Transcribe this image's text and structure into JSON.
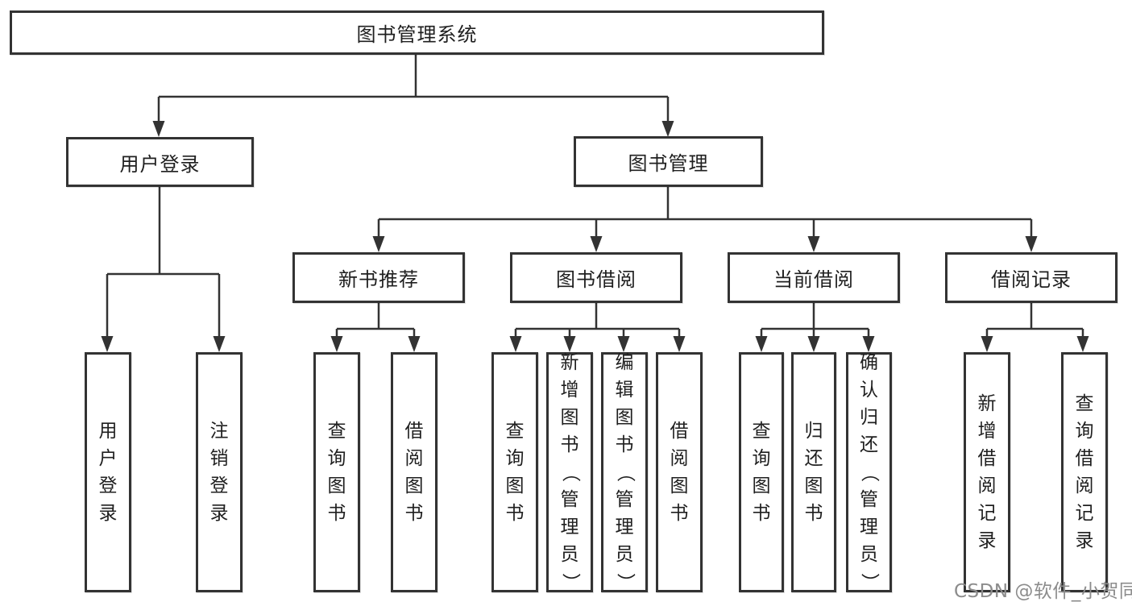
{
  "tree": {
    "root": "图书管理系统",
    "user_login": {
      "label": "用户登录",
      "leaves": [
        "用户登录",
        "注销登录"
      ]
    },
    "book_management": {
      "label": "图书管理",
      "groups": [
        {
          "label": "新书推荐",
          "leaves": [
            "查询图书",
            "借阅图书"
          ]
        },
        {
          "label": "图书借阅",
          "leaves": [
            "查询图书",
            "新增图书（管理员）",
            "编辑图书（管理员）",
            "借阅图书"
          ]
        },
        {
          "label": "当前借阅",
          "leaves": [
            "查询图书",
            "归还图书",
            "确认归还（管理员）"
          ]
        },
        {
          "label": "借阅记录",
          "leaves": [
            "新增借阅记录",
            "查询借阅记录"
          ]
        }
      ]
    }
  },
  "watermark": "CSDN @软件_小贺同学",
  "colors": {
    "line": "#333333",
    "text": "#1f1f1f",
    "watermark": "#8c8c8c",
    "background": "#ffffff"
  }
}
